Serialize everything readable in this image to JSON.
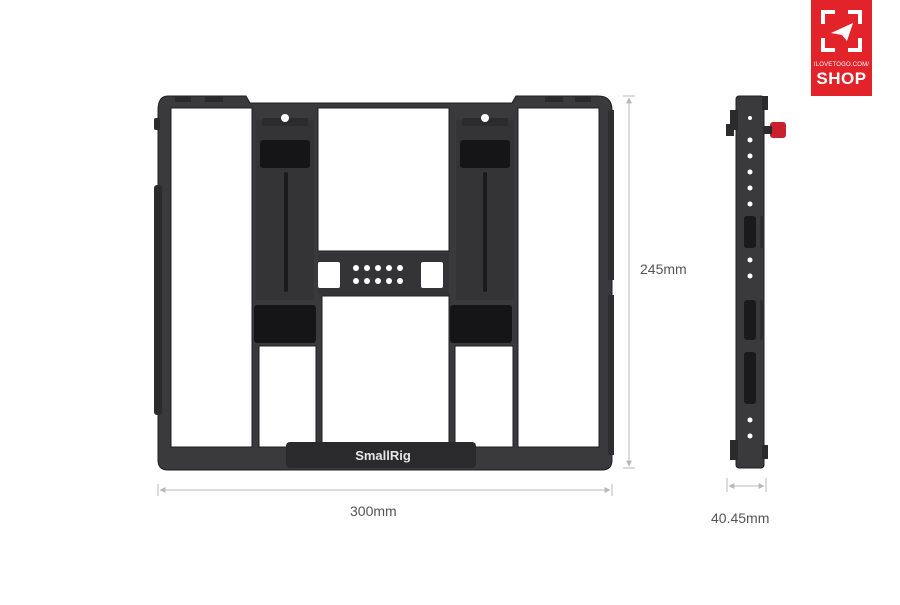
{
  "image": {
    "subject": "cage",
    "brand": "SmallRig",
    "colors": {
      "frame": "#3a3a3c",
      "frame_dark": "#1f1f21",
      "pad": "#151517",
      "accent": "#c8202e",
      "dimension_line": "#b8b8b8",
      "logo_bg": "#e2242a"
    }
  },
  "dimensions": {
    "width": "300mm",
    "height": "245mm",
    "depth": "40.45mm"
  },
  "logo": {
    "small_text": "ILOVETOGO.COM/",
    "main_text": "SHOP"
  }
}
